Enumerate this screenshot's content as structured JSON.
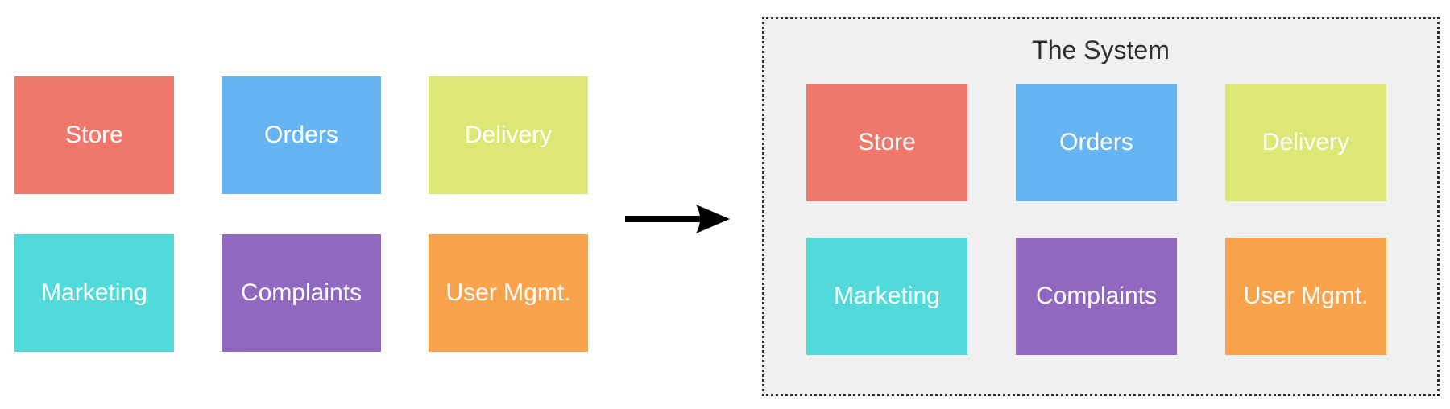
{
  "modules": [
    {
      "label": "Store",
      "color": "#F0776B"
    },
    {
      "label": "Orders",
      "color": "#66B5F2"
    },
    {
      "label": "Delivery",
      "color": "#DCE873"
    },
    {
      "label": "Marketing",
      "color": "#52DADA"
    },
    {
      "label": "Complaints",
      "color": "#9168C0"
    },
    {
      "label": "User Mgmt.",
      "color": "#FAA34D"
    }
  ],
  "module_text_color": "#FFFFFF",
  "arrow": {
    "direction": "right",
    "color": "#000000"
  },
  "system": {
    "title": "The System",
    "background": "#F0F0F0",
    "border_color": "#2E2E2E",
    "title_color": "#2E2E2E"
  }
}
